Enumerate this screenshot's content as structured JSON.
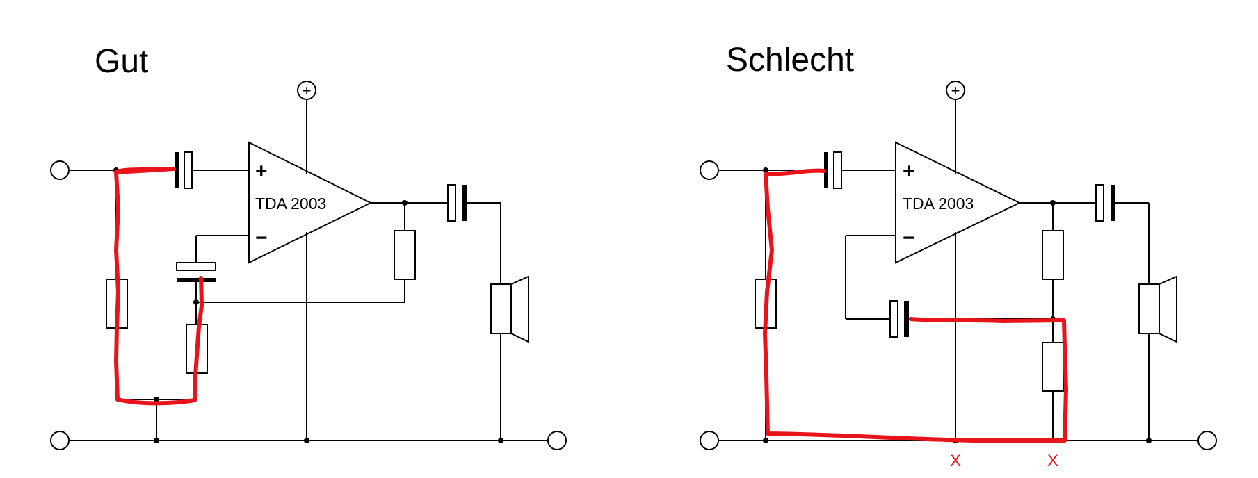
{
  "good": {
    "title": "Gut",
    "chip_label": "TDA 2003",
    "plus_pin": "+",
    "minus_pin": "−",
    "supply_symbol": "⊕"
  },
  "bad": {
    "title": "Schlecht",
    "chip_label": "TDA 2003",
    "plus_pin": "+",
    "minus_pin": "−",
    "supply_symbol": "⊕",
    "marker_1": "X",
    "marker_2": "X"
  },
  "colors": {
    "wire": "#000000",
    "highlight": "#e8141c",
    "marker": "#e8141c",
    "background": "#ffffff"
  }
}
